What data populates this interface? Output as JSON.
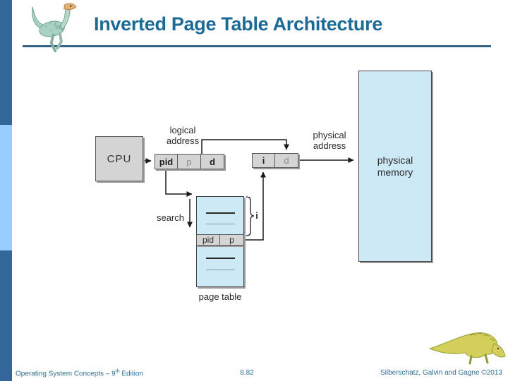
{
  "title": "Inverted Page Table Architecture",
  "diagram": {
    "cpu": "CPU",
    "logical_address_label": "logical\naddress",
    "logical_cells": [
      "pid",
      "p",
      "d"
    ],
    "frame_cells": [
      "i",
      "d"
    ],
    "physical_address_label": "physical\naddress",
    "physical_memory_label": "physical\nmemory",
    "search_label": "search",
    "index_label": "i",
    "entry_cells": [
      "pid",
      "p"
    ],
    "page_table_caption": "page table"
  },
  "footer": {
    "book": "Operating System Concepts – 9",
    "edition_sup": "th",
    "edition_rest": " Edition",
    "slide_number": "8.82",
    "credit": "Silberschatz, Galvin and Gagne ©2013"
  },
  "colors": {
    "sidebar_dark": "#336699",
    "sidebar_light": "#99CCFF",
    "title_text": "#1C6A96",
    "rule": "#3A6282",
    "footer_text": "#2E6F93",
    "box_gray": "#D4D4D4",
    "box_blue": "#CDE9F6",
    "line": "#1A1A1A"
  }
}
